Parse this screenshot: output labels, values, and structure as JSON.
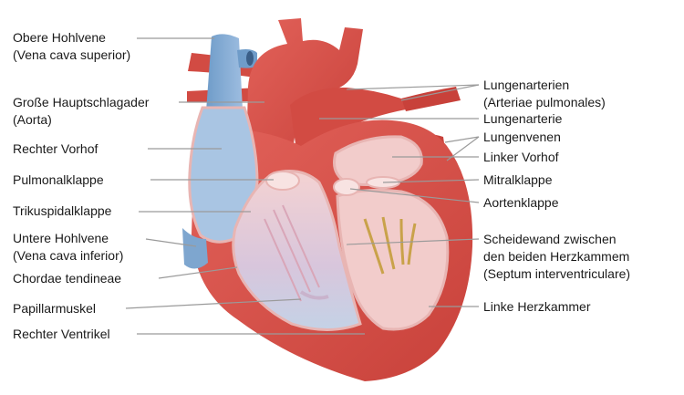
{
  "labels": {
    "vena_cava_superior": [
      "Obere Hohlvene",
      "(Vena cava superior)"
    ],
    "aorta": [
      "Große Hauptschlagader",
      "(Aorta)"
    ],
    "right_atrium": [
      "Rechter Vorhof"
    ],
    "pulmonary_valve": [
      "Pulmonalklappe"
    ],
    "tricuspid_valve": [
      "Trikuspidalklappe"
    ],
    "vena_cava_inferior": [
      "Untere Hohlvene",
      "(Vena cava inferior)"
    ],
    "chordae": [
      "Chordae tendineae"
    ],
    "papillary": [
      "Papillarmuskel"
    ],
    "right_ventricle": [
      "Rechter Ventrikel"
    ],
    "pulmonary_arteries": [
      "Lungenarterien",
      "(Arteriae pulmonales)"
    ],
    "pulmonary_artery": [
      "Lungenarterie"
    ],
    "pulmonary_veins": [
      "Lungenvenen"
    ],
    "left_atrium": [
      "Linker Vorhof"
    ],
    "mitral_valve": [
      "Mitralklappe"
    ],
    "aortic_valve": [
      "Aortenklappe"
    ],
    "septum": [
      "Scheidewand zwischen",
      "den beiden Herzkammem",
      "(Septum interventriculare)"
    ],
    "left_ventricle": [
      "Linke Herzkammer"
    ]
  },
  "colors": {
    "muscle": "#d9534b",
    "muscle_dark": "#b8322b",
    "chamber": "#f2cccb",
    "chamber_light": "#f8e3e2",
    "vein_blue": "#7ea6cf",
    "vein_light": "#bcd3e8",
    "line": "#9a9a9a",
    "text": "#1a1a1a"
  }
}
